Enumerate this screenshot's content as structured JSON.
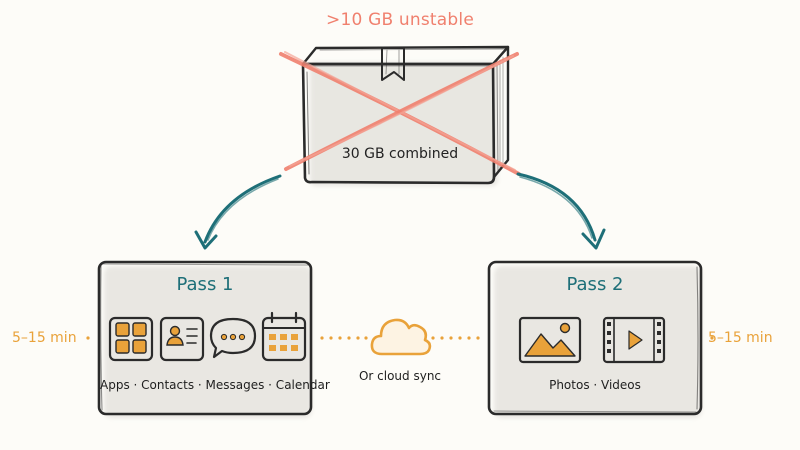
{
  "warning": ">10 GB unstable",
  "combined_label": "30 GB combined",
  "pass1": {
    "title": "Pass 1",
    "items": "Apps · Contacts · Messages · Calendar",
    "time": "5–15 min",
    "icons": [
      "apps-grid-icon",
      "contact-card-icon",
      "message-bubble-icon",
      "calendar-icon"
    ]
  },
  "pass2": {
    "title": "Pass 2",
    "items": "Photos · Videos",
    "time": "5–15 min",
    "icons": [
      "photo-icon",
      "video-film-icon"
    ]
  },
  "cloud_sync": "Or cloud sync",
  "colors": {
    "accent_teal": "#1e6f78",
    "warning_red": "#f0806e",
    "orange": "#e9a23a",
    "ink": "#2b2b2b",
    "background": "#fdfcf8"
  }
}
